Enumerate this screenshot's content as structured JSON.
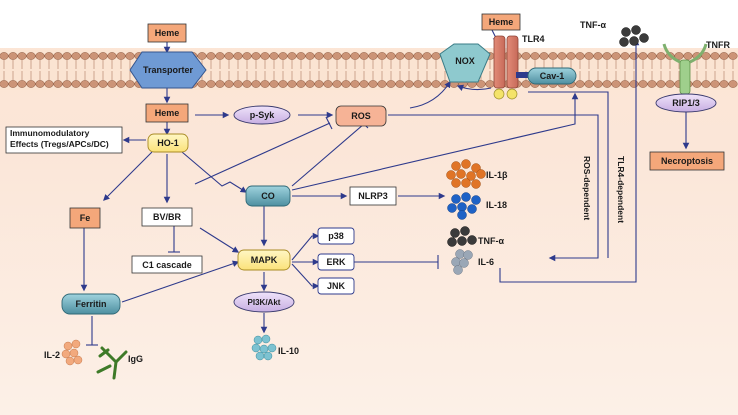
{
  "nodes": {
    "heme_top": "Heme",
    "transporter": "Transporter",
    "heme_cyto": "Heme",
    "heme_receptor": "Heme",
    "tlr4": "TLR4",
    "nox": "NOX",
    "cav1": "Cav-1",
    "tnfa_top": "TNF-α",
    "tnfr": "TNFR",
    "rip": "RIP1/3",
    "necroptosis": "Necroptosis",
    "psyk": "p-Syk",
    "ros": "ROS",
    "ho1": "HO-1",
    "immuno_line1": "Immunomodulatory",
    "immuno_line2": "Effects (Tregs/APCs/DC)",
    "fe": "Fe",
    "bvbr": "BV/BR",
    "co": "CO",
    "nlrp3": "NLRP3",
    "il1b": "IL-1β",
    "il18": "IL-18",
    "c1": "C1 cascade",
    "mapk": "MAPK",
    "p38": "p38",
    "erk": "ERK",
    "jnk": "JNK",
    "tnfa_mid": "TNF-α",
    "il6": "IL-6",
    "ros_dep": "ROS-dependent",
    "tlr4_dep": "TLR4-dependent",
    "pi3k": "PI3K/Akt",
    "il10": "IL-10",
    "ferritin": "Ferritin",
    "il2": "IL-2",
    "igg": "IgG"
  },
  "colors": {
    "background_top": "#ffffff",
    "background_bottom": "#f9d7c0",
    "membrane": "#cc9477",
    "arrow": "#2e3a8c",
    "orange_box": "#f4a77a",
    "teal_node": "#5fa3b3",
    "purple_node": "#d9c6ec",
    "yellow_node": "#ffef9a",
    "il1b_dots": "#e07426",
    "il18_dots": "#1e62c6",
    "tnf_dots": "#3b3b3b",
    "il6_dots": "#9aa7b6",
    "il10_dots": "#7cc2d1",
    "il2_dots": "#f2a97d",
    "igg": "#3e7a28"
  }
}
